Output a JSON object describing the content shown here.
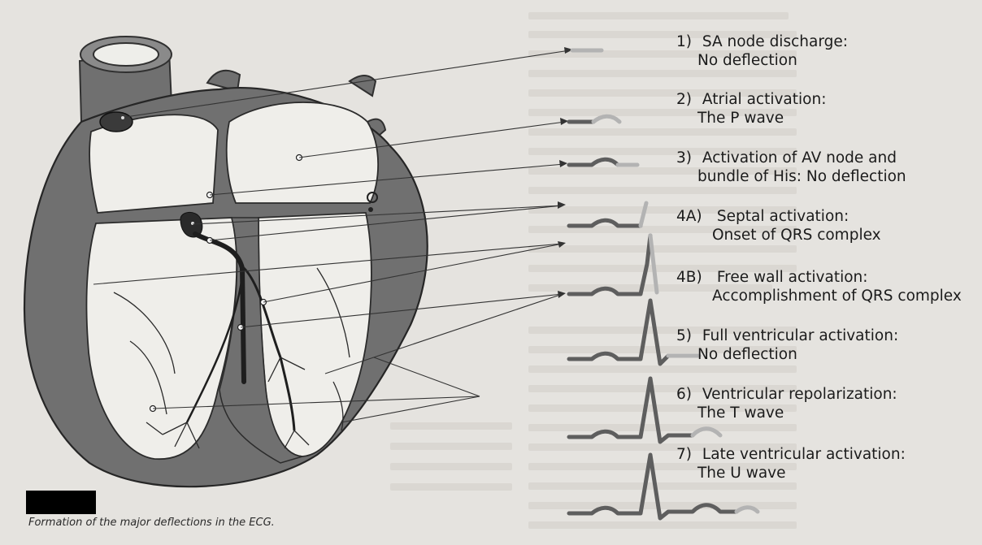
{
  "stages": [
    {
      "num": "1)",
      "line1": "SA node discharge:",
      "line2": "No deflection"
    },
    {
      "num": "2)",
      "line1": "Atrial activation:",
      "line2": "The P wave"
    },
    {
      "num": "3)",
      "line1": "Activation of AV node and",
      "line2": "bundle of His: No deflection"
    },
    {
      "num": "4A)",
      "line1": "Septal activation:",
      "line2": "Onset of QRS complex"
    },
    {
      "num": "4B)",
      "line1": "Free wall activation:",
      "line2": "Accomplishment of QRS complex"
    },
    {
      "num": "5)",
      "line1": "Full ventricular activation:",
      "line2": "No deflection"
    },
    {
      "num": "6)",
      "line1": "Ventricular repolarization:",
      "line2": "The T wave"
    },
    {
      "num": "7)",
      "line1": "Late ventricular activation:",
      "line2": "The U wave"
    }
  ],
  "caption": "Formation of the major deflections in the ECG.",
  "colors": {
    "background": "#e5e3df",
    "heart_wall": "#6e6e6e",
    "chamber": "#f2f1ee",
    "ecg_trace_dark": "#5e5e5e",
    "ecg_highlight": "#b3b3b3",
    "leader_line": "#333333",
    "text": "#1b1b1b",
    "redaction": "#000000"
  }
}
